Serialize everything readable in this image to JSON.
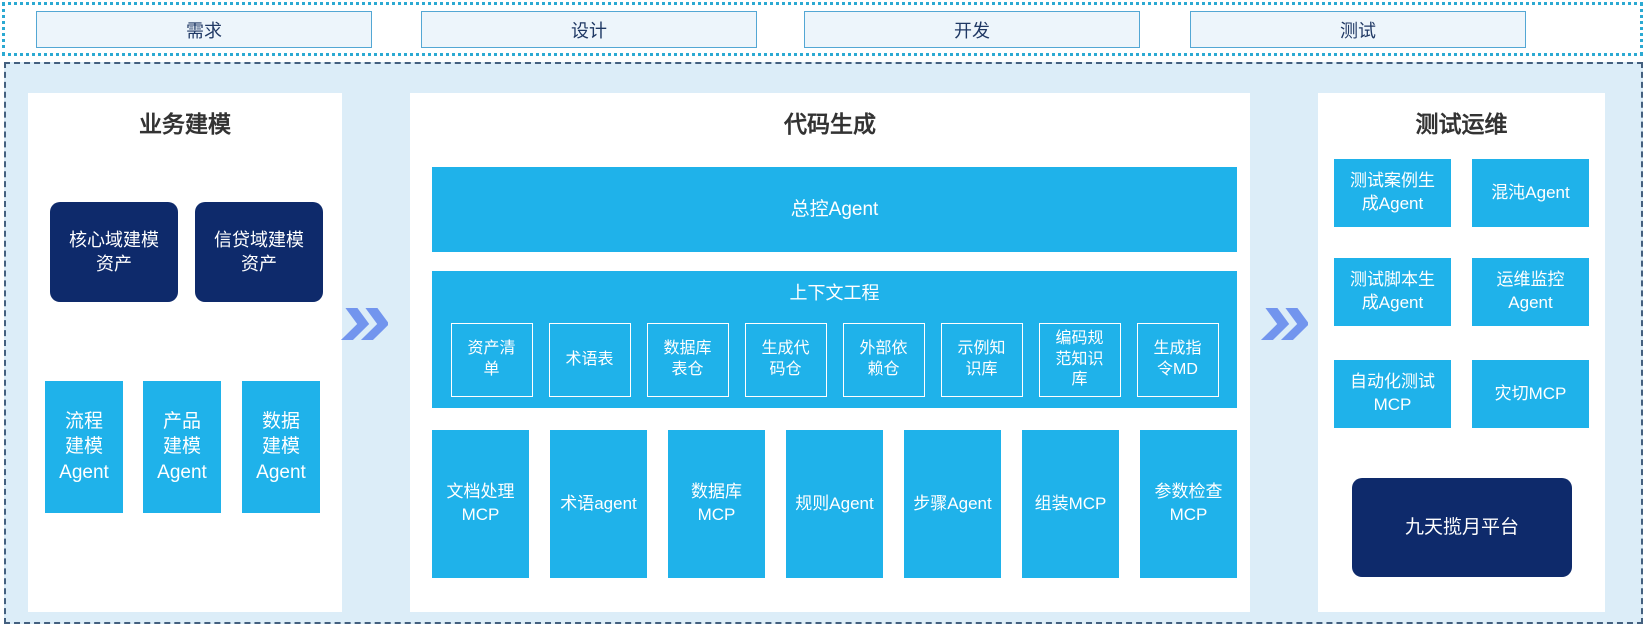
{
  "colors": {
    "cyan": "#1fb2ea",
    "navy": "#0e2a6b",
    "container_bg": "#dcedf8",
    "container_border": "#44607f",
    "strip_border": "#2ba9d2",
    "stage_fill": "#edf5fb",
    "stage_border": "#53a7d4",
    "stage_text": "#1f3864",
    "chevron": "#7295ee",
    "title_text": "#333333"
  },
  "stages": [
    "需求",
    "设计",
    "开发",
    "测试"
  ],
  "business": {
    "title": "业务建模",
    "assets": [
      "核心域建模资产",
      "信贷域建模资产"
    ],
    "agents": [
      "流程建模Agent",
      "产品建模Agent",
      "数据建模Agent"
    ]
  },
  "codegen": {
    "title": "代码生成",
    "master": "总控Agent",
    "context": {
      "title": "上下文工程",
      "items": [
        "资产清单",
        "术语表",
        "数据库表仓",
        "生成代码仓",
        "外部依赖仓",
        "示例知识库",
        "编码规范知识库",
        "生成指令MD"
      ]
    },
    "workers": [
      "文档处理MCP",
      "术语agent",
      "数据库MCP",
      "规则Agent",
      "步骤Agent",
      "组装MCP",
      "参数检查MCP"
    ]
  },
  "testops": {
    "title": "测试运维",
    "boxes": [
      "测试案例生成Agent",
      "混沌Agent",
      "测试脚本生成Agent",
      "运维监控Agent",
      "自动化测试MCP",
      "灾切MCP"
    ],
    "platform": "九天揽月平台"
  }
}
